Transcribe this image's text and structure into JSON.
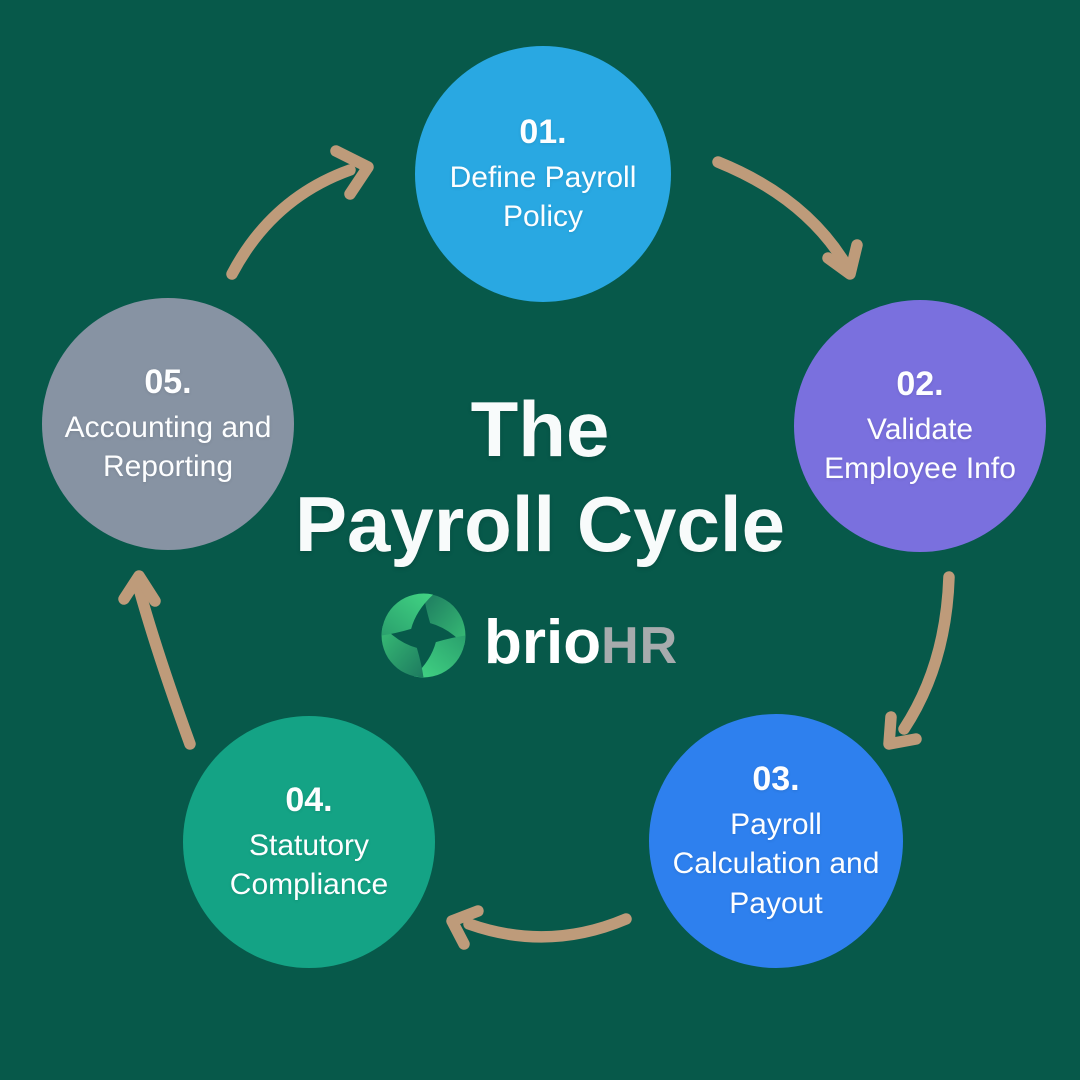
{
  "background_color": "#07594a",
  "text_color": "#fdfeff",
  "arrow_color": "#be9b7a",
  "title": {
    "line1": "The",
    "line2": "Payroll Cycle",
    "color": "#f8fbfb"
  },
  "logo": {
    "brand": "brio",
    "suffix": "HR",
    "brand_color": "#ffffff",
    "suffix_color": "#a7abad",
    "icon": "brio-swirl-icon",
    "icon_colors": [
      "#1d7a5f",
      "#2aa06d",
      "#38bd76",
      "#42d584"
    ]
  },
  "steps": [
    {
      "number": "01.",
      "label": "Define Payroll Policy",
      "color": "#29a8e2"
    },
    {
      "number": "02.",
      "label": "Validate Employee Info",
      "color": "#7a70de"
    },
    {
      "number": "03.",
      "label": "Payroll Calculation and Payout",
      "color": "#2e80ee"
    },
    {
      "number": "04.",
      "label": "Statutory Compliance",
      "color": "#14a385"
    },
    {
      "number": "05.",
      "label": "Accounting and Reporting",
      "color": "#8793a3"
    }
  ]
}
